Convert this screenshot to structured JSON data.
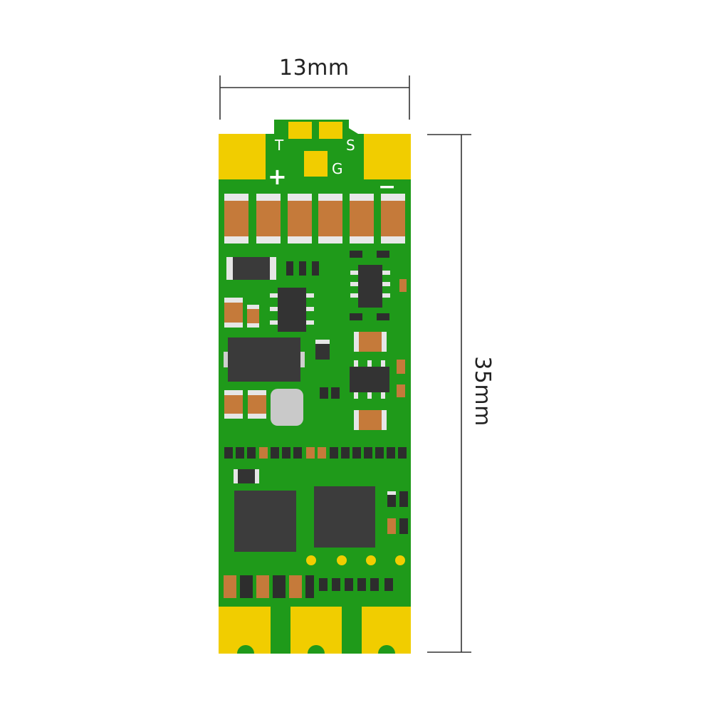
{
  "dimensions": {
    "width_label": "13mm",
    "height_label": "35mm"
  },
  "board_labels": {
    "telemetry": "T",
    "signal": "S",
    "ground": "G",
    "positive": "+",
    "negative": "−"
  },
  "colors": {
    "pcb_green": "#1f9a1a",
    "pad_gold": "#f1cd00",
    "component_brown": "#c57a3a",
    "chip_black": "#3a3a3a",
    "dimension_line": "#333333"
  }
}
